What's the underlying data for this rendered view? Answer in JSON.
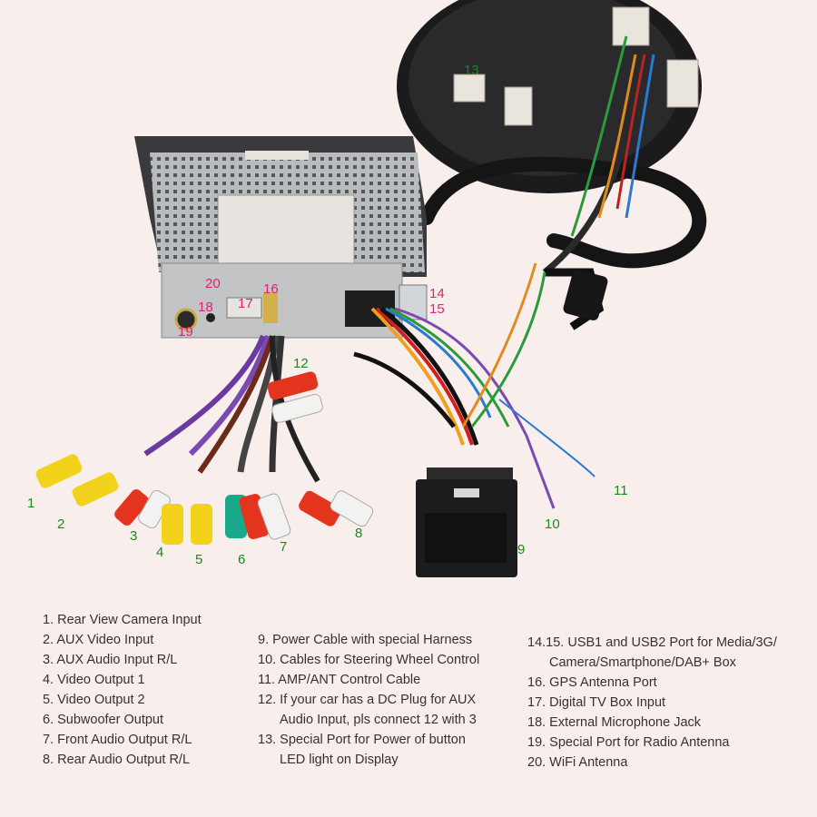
{
  "callouts": {
    "c1": "1",
    "c2": "2",
    "c3": "3",
    "c4": "4",
    "c5": "5",
    "c6": "6",
    "c7": "7",
    "c8": "8",
    "c9": "9",
    "c10": "10",
    "c11": "11",
    "c12": "12",
    "c13": "13",
    "c14": "14",
    "c15": "15",
    "c16": "16",
    "c17": "17",
    "c18": "18",
    "c19": "19",
    "c20": "20"
  },
  "colors": {
    "label_green": "#1a8a1a",
    "label_pink": "#e0207a",
    "background": "#f8eeec"
  },
  "legend": {
    "col1": [
      "1. Rear View Camera Input",
      "2. AUX Video Input",
      "3. AUX Audio Input R/L",
      "4. Video Output 1",
      "5. Video Output 2",
      "6. Subwoofer Output",
      "7. Front Audio Output R/L",
      "8. Rear Audio Output R/L"
    ],
    "col2": [
      "9. Power Cable with special Harness",
      "10. Cables for Steering Wheel Control",
      "11. AMP/ANT Control Cable",
      "12. If your car has a DC Plug for AUX",
      "Audio Input, pls connect 12 with 3",
      "13. Special Port for Power of button",
      "LED light on Display"
    ],
    "col3": [
      "14.15. USB1 and USB2 Port for Media/3G/",
      "Camera/Smartphone/DAB+ Box",
      "16. GPS Antenna Port",
      "17. Digital TV Box Input",
      "18. External Microphone Jack",
      "19. Special Port for Radio Antenna",
      "20. WiFi Antenna"
    ]
  }
}
